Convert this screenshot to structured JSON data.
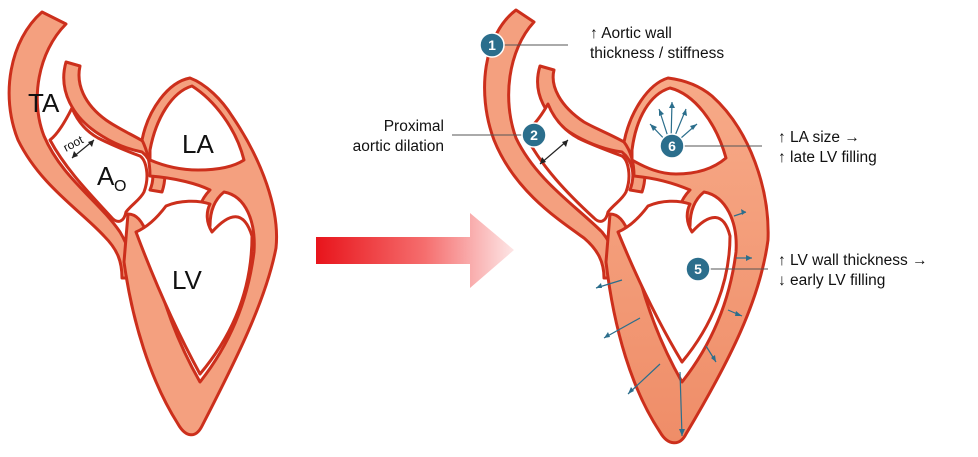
{
  "before": {
    "labels": {
      "ta": "TA",
      "la": "LA",
      "lv": "LV",
      "root": "root",
      "ao_main": "A",
      "ao_sub": "O"
    }
  },
  "after": {
    "annotations": [
      {
        "number": "1",
        "lines": [
          "↑ Aortic wall",
          "thickness / stiffness"
        ]
      },
      {
        "number": "2",
        "lines": [
          "Proximal",
          "aortic dilation"
        ]
      },
      {
        "number": "6",
        "lines": [
          "↑ LA size →",
          "↑ late LV filling"
        ]
      },
      {
        "number": "5",
        "lines": [
          "↑ LV wall thickness →",
          "↓ early LV filling"
        ]
      }
    ]
  },
  "colors": {
    "wall_fill": "#f4a07f",
    "wall_stroke": "#cc2f1c",
    "badge": "#2b6e8c",
    "arrow_start": "#e8141b",
    "arrow_end": "#fde4e4"
  },
  "icons": {
    "transition_arrow": "right-arrow-icon"
  }
}
